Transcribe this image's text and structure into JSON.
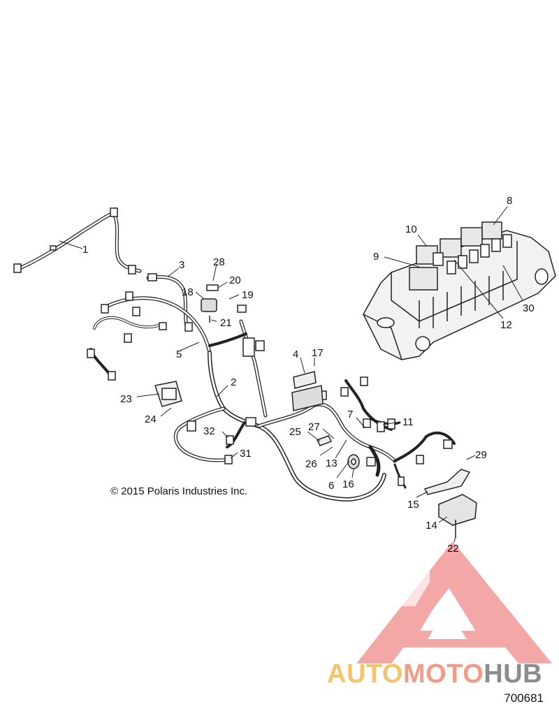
{
  "diagram": {
    "copyright": "© 2015 Polaris Industries Inc.",
    "diagram_id": "700681",
    "callouts": [
      "1",
      "2",
      "3",
      "4",
      "5",
      "6",
      "7",
      "8",
      "9",
      "10",
      "11",
      "12",
      "13",
      "14",
      "15",
      "16",
      "17",
      "18",
      "19",
      "20",
      "21",
      "22",
      "23",
      "24",
      "25",
      "26",
      "27",
      "28",
      "29",
      "30",
      "31",
      "32"
    ]
  },
  "watermark": {
    "brand_part1": "AUTO",
    "brand_part2": "MOTO",
    "brand_part3": "HUB",
    "colors": {
      "part1": "#f5c469",
      "part2": "#f29b86",
      "part3": "#8c8c8c",
      "logo": "#f08a8a"
    }
  }
}
